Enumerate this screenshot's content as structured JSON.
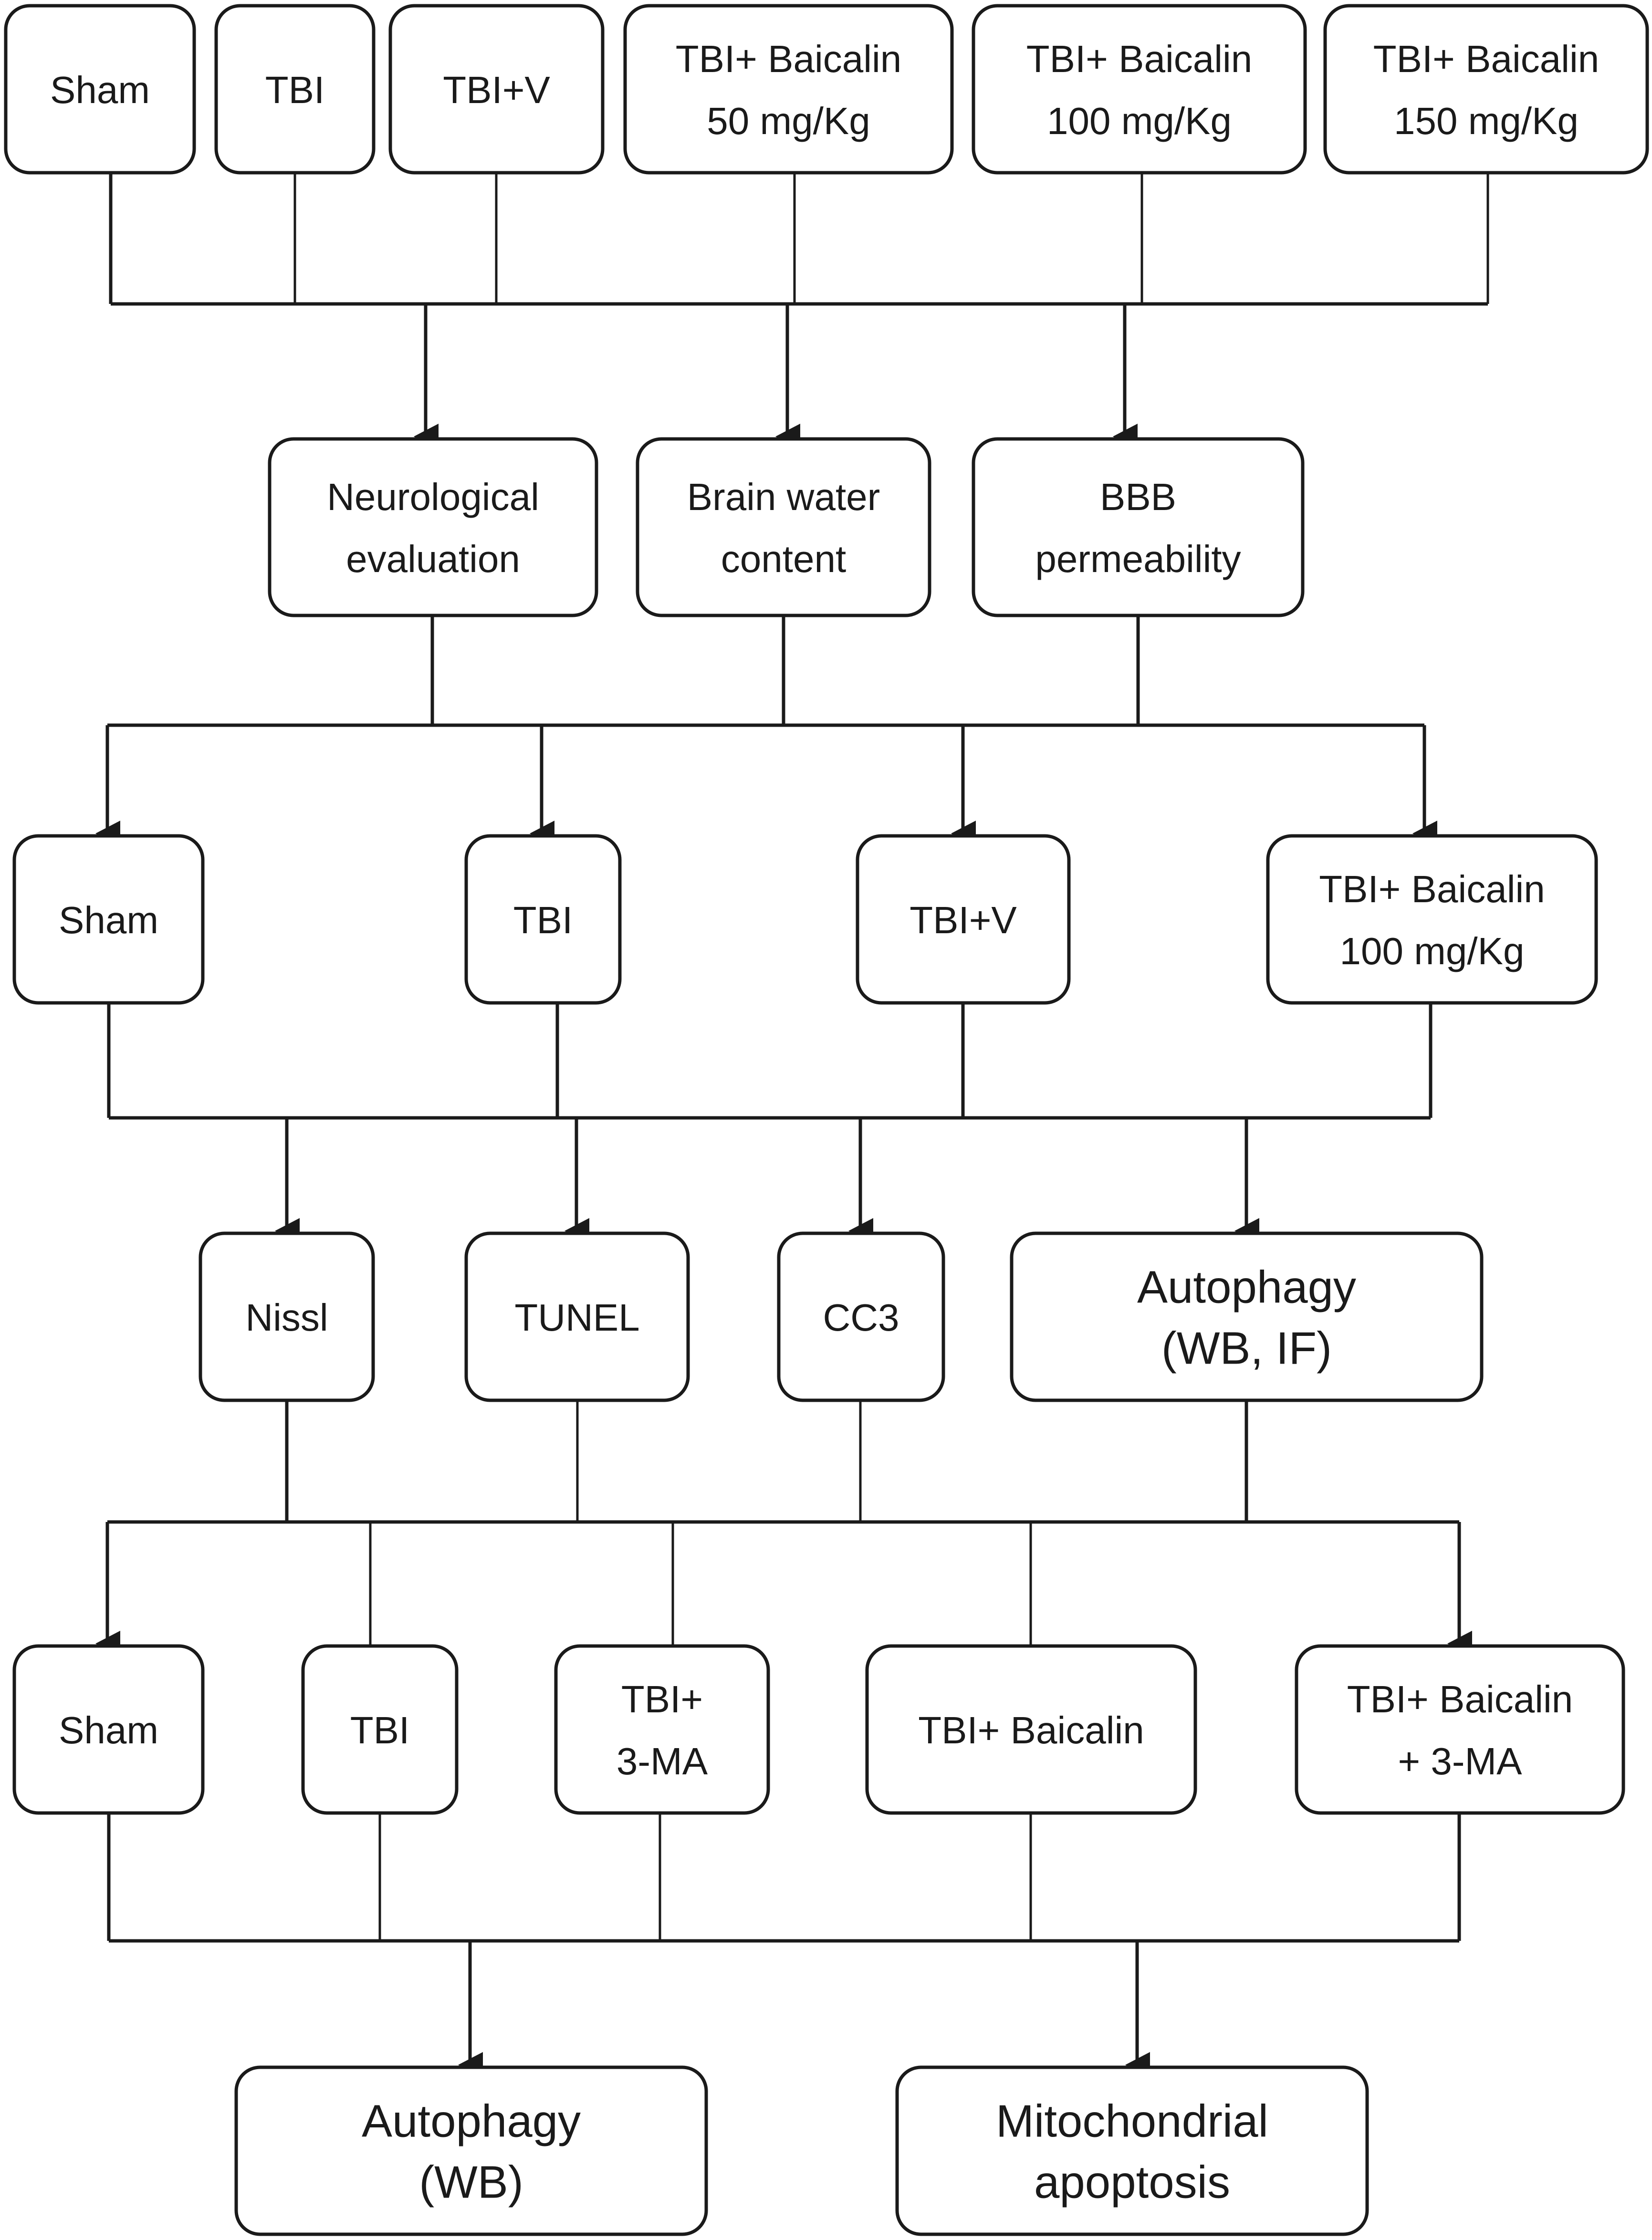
{
  "row1": {
    "sham": [
      "Sham"
    ],
    "tbi": [
      "TBI"
    ],
    "tbi_v": [
      "TBI+V"
    ],
    "baicalin_50": [
      "TBI+ Baicalin",
      "50 mg/Kg"
    ],
    "baicalin_100": [
      "TBI+ Baicalin",
      "100 mg/Kg"
    ],
    "baicalin_150": [
      "TBI+ Baicalin",
      "150 mg/Kg"
    ]
  },
  "row2": {
    "neuro": [
      "Neurological",
      "evaluation"
    ],
    "brain_water": [
      "Brain water",
      "content"
    ],
    "bbb": [
      "BBB",
      "permeability"
    ]
  },
  "row3": {
    "sham": [
      "Sham"
    ],
    "tbi": [
      "TBI"
    ],
    "tbi_v": [
      "TBI+V"
    ],
    "baicalin_100": [
      "TBI+ Baicalin",
      "100 mg/Kg"
    ]
  },
  "row4": {
    "nissl": [
      "Nissl"
    ],
    "tunel": [
      "TUNEL"
    ],
    "cc3": [
      "CC3"
    ],
    "autophagy": [
      "Autophagy",
      "(WB, IF)"
    ]
  },
  "row5": {
    "sham": [
      "Sham"
    ],
    "tbi": [
      "TBI"
    ],
    "tbi_3ma": [
      "TBI+",
      "3-MA"
    ],
    "tbi_baicalin": [
      "TBI+ Baicalin"
    ],
    "tbi_baicalin_3ma": [
      "TBI+ Baicalin",
      "+ 3-MA"
    ]
  },
  "row6": {
    "autophagy_wb": [
      "Autophagy",
      "(WB)"
    ],
    "mito_apoptosis": [
      "Mitochondrial",
      "apoptosis"
    ]
  }
}
